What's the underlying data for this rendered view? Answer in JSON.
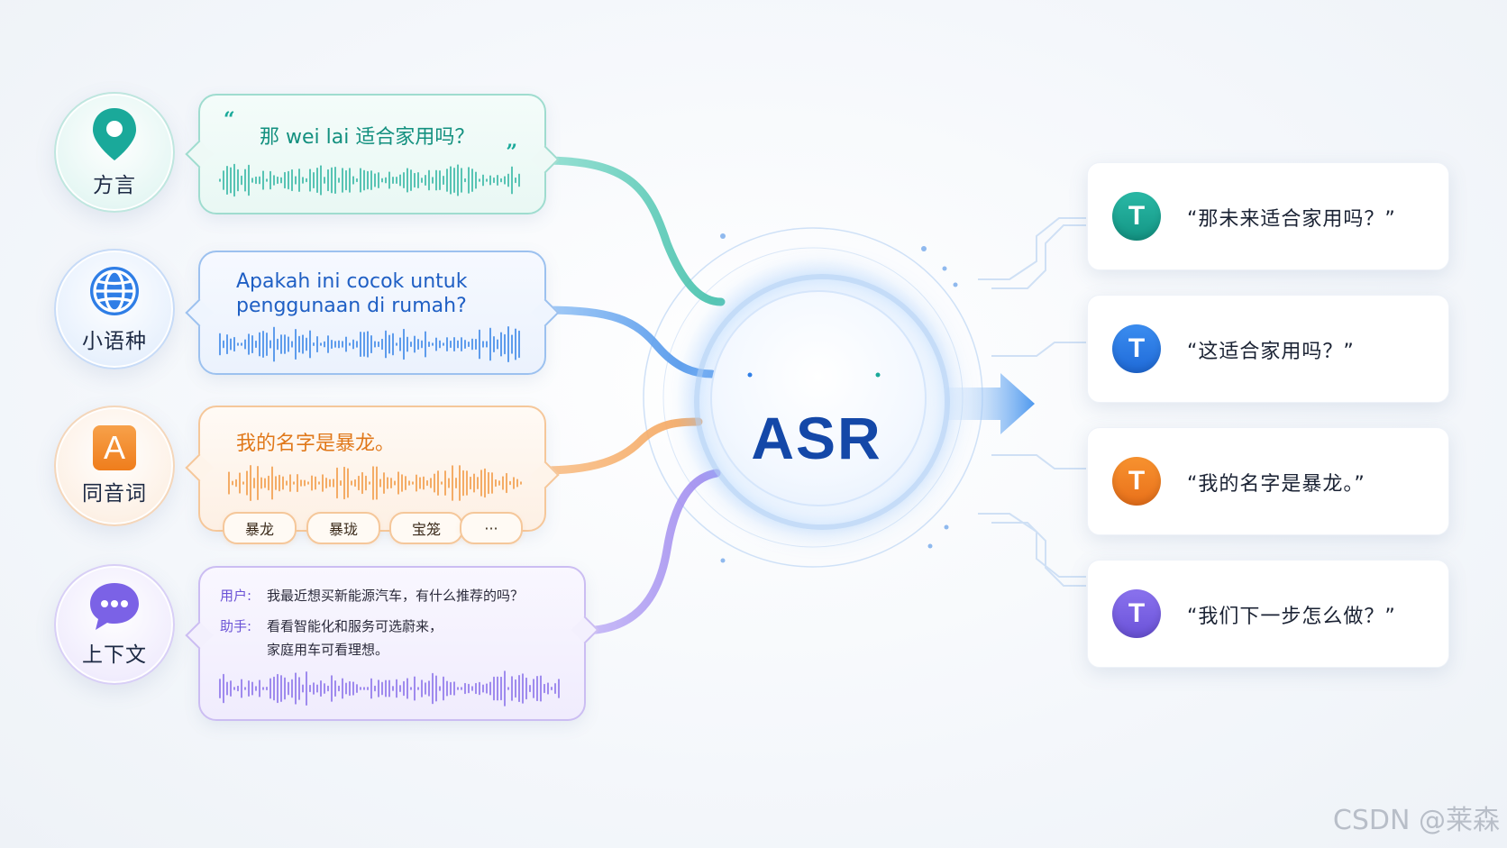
{
  "colors": {
    "teal": "#1aa99a",
    "blue": "#2f7ee6",
    "orange": "#f28a22",
    "purple": "#7b62e6",
    "asr": "#1448a8"
  },
  "categories": [
    {
      "label": "方言",
      "icon": "location-pin-icon"
    },
    {
      "label": "小语种",
      "icon": "globe-icon"
    },
    {
      "label": "同音词",
      "icon": "letter-a-icon",
      "icon_text": "A"
    },
    {
      "label": "上下文",
      "icon": "chat-bubble-icon"
    }
  ],
  "bubbles": {
    "dialect": {
      "text": "那 wei lai 适合家用吗？"
    },
    "minor_language": {
      "line1": "Apakah ini cocok untuk",
      "line2": "penggunaan di rumah?"
    },
    "homophone": {
      "text": "我的名字是暴龙。",
      "chips": [
        "暴龙",
        "暴珑",
        "宝笼",
        "···"
      ]
    },
    "context": {
      "user_label": "用户:",
      "user_text": "我最近想买新能源汽车，有什么推荐的吗？",
      "assistant_label": "助手:",
      "assistant_line1": "看看智能化和服务可选蔚来，",
      "assistant_line2": "家庭用车可看理想。"
    }
  },
  "hub": {
    "label": "ASR"
  },
  "outputs": [
    {
      "badge": "T",
      "text": "“那未来适合家用吗？”"
    },
    {
      "badge": "T",
      "text": "“这适合家用吗？”"
    },
    {
      "badge": "T",
      "text": "“我的名字是暴龙。”"
    },
    {
      "badge": "T",
      "text": "“我们下一步怎么做？”"
    }
  ],
  "watermark": "CSDN @莱森"
}
